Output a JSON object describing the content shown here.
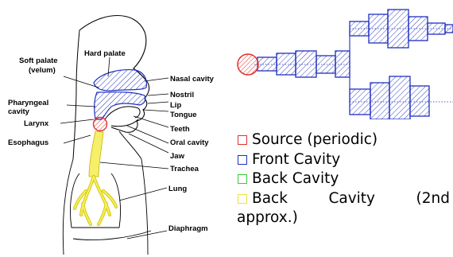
{
  "anatomy_labels": {
    "hard_palate": "Hard palate",
    "soft_palate_1": "Soft palate",
    "soft_palate_2": "(velum)",
    "nasal_cavity": "Nasal cavity",
    "nostril": "Nostril",
    "pharyngeal_1": "Pharyngeal",
    "pharyngeal_2": "cavity",
    "lip": "Lip",
    "tongue": "Tongue",
    "larynx": "Larynx",
    "teeth": "Teeth",
    "esophagus": "Esophagus",
    "oral_cavity": "Oral cavity",
    "jaw": "Jaw",
    "trachea": "Trachea",
    "lung": "Lung",
    "diaphragm": "Diaphragm"
  },
  "legend": {
    "source": "Source (periodic)",
    "front": "Front Cavity",
    "back": "Back Cavity",
    "back2_line1": "Back Cavity (2nd",
    "back2_line2": "approx.)"
  },
  "colors": {
    "source": "#e0312f",
    "front": "#1f2fbf",
    "back": "#33cc33",
    "back2": "#f0e040",
    "trachea_fill": "#f5ef6a"
  }
}
